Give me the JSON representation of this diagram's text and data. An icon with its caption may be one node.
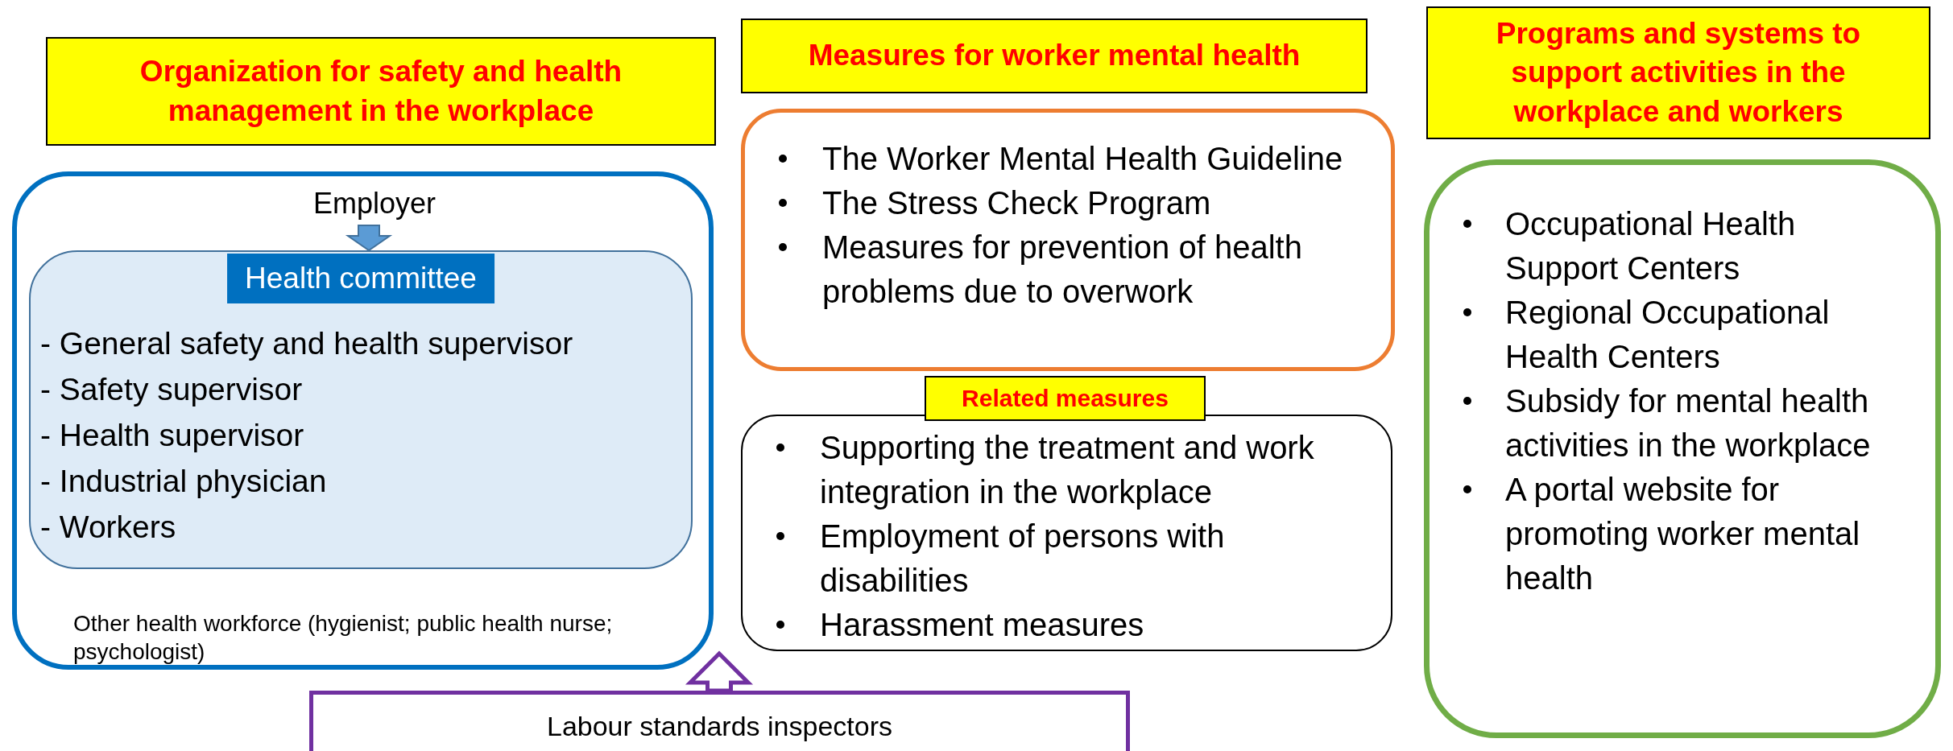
{
  "diagram": {
    "nodes": [
      {
        "text": [
          "Organization for safety and health management in the workplace"
        ]
      },
      {
        "text": [
          "Measures for worker mental health"
        ]
      },
      {
        "text": [
          "Programs and systems to support activities in the workplace and workers"
        ]
      },
      {
        "text": [
          "Other health workforce (hygienist; public health nurse; psychologist)"
        ]
      },
      {
        "text": [
          "Employer"
        ],
        "in": 3
      },
      {
        "text": [
          "Health committee",
          "- General safety and health supervisor",
          "- Safety supervisor",
          "- Health supervisor",
          "- Industrial physician",
          "- Workers"
        ],
        "in": 3
      },
      {
        "text": [
          "The Worker Mental Health Guideline",
          "The Stress Check Program",
          "Measures for prevention of health problems due to overwork"
        ]
      },
      {
        "text": [
          "Related measures"
        ]
      },
      {
        "text": [
          "Supporting the treatment and work integration in the workplace",
          "Employment of persons with disabilities",
          "Harassment measures"
        ]
      },
      {
        "text": [
          "Occupational Health Support Centers",
          "Regional Occupational Health Centers",
          "Subsidy for mental health activities in the workplace",
          "A portal website for promoting worker mental health"
        ]
      },
      {
        "text": [
          "Labour standards inspectors"
        ]
      }
    ],
    "edges": [
      {
        "from": 4,
        "to": 5,
        "arrow": "to",
        "color": "#5b9bd5"
      },
      {
        "from": 10,
        "to": 3,
        "arrow": "to",
        "color": "#7030a0"
      }
    ]
  }
}
